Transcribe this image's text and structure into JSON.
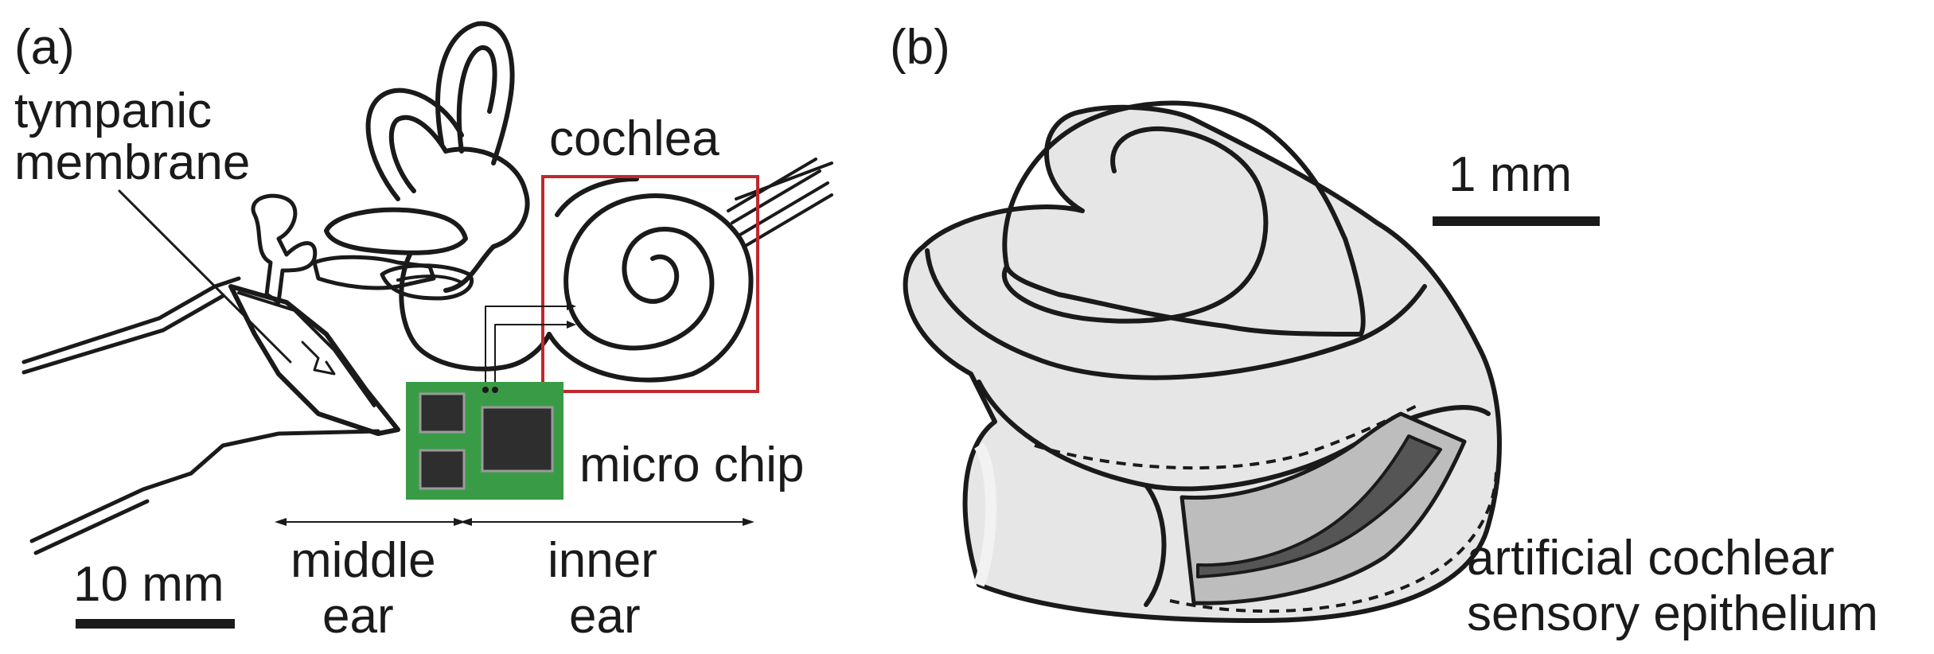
{
  "panel_a": {
    "panel_label": "(a)",
    "labels": {
      "tympanic_line1": "tympanic",
      "tympanic_line2": "membrane",
      "cochlea": "cochlea",
      "micro_chip": "micro chip",
      "middle_ear_line1": "middle",
      "middle_ear_line2": "ear",
      "inner_ear_line1": "inner",
      "inner_ear_line2": "ear"
    },
    "scale_bar": "10 mm"
  },
  "panel_b": {
    "panel_label": "(b)",
    "scale_bar": "1 mm",
    "labels": {
      "epithelium_line1": "artificial cochlear",
      "epithelium_line2": "sensory epithelium"
    }
  },
  "colors": {
    "ink": "#1a1a1a",
    "highlight_box": "#c0282d",
    "chip_board": "#3a9b47",
    "chip_dark": "#2e2e2e",
    "cochlea_fill": "#e6e6e6",
    "epithelium_outer": "#bdbdbd",
    "epithelium_inner": "#555555"
  }
}
